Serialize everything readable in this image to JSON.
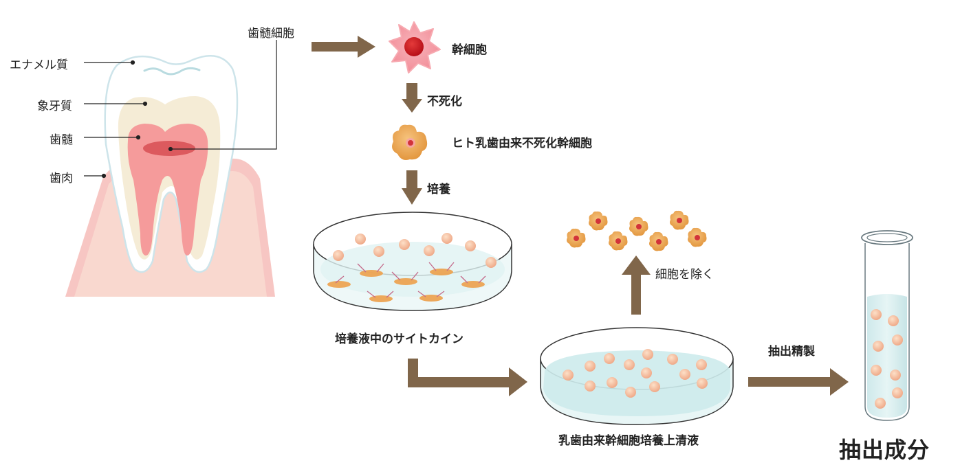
{
  "tooth_labels": {
    "enamel": "エナメル質",
    "dentin": "象牙質",
    "pulp": "歯髄",
    "gum": "歯肉",
    "dental_pulp_cells": "歯髄細胞"
  },
  "steps": {
    "stem_cell": "幹細胞",
    "immortalize": "不死化",
    "immortal_cells": "ヒト乳歯由来不死化幹細胞",
    "culture": "培養",
    "cytokines": "培養液中のサイトカイン",
    "remove_cells": "細胞を除く",
    "supernatant": "乳歯由来幹細胞培養上清液",
    "purify": "抽出精製",
    "extract": "抽出成分"
  },
  "colors": {
    "arrow": "#80664a",
    "enamel": "#ffffff",
    "dentin": "#f5ecd6",
    "pulp": "#f59b9b",
    "gum": "#f7c8c4",
    "stem_cell": "#f4a3a8",
    "cell": "#eba856",
    "dish_liquid": "#d4eeee",
    "ball": "#f4b898"
  }
}
